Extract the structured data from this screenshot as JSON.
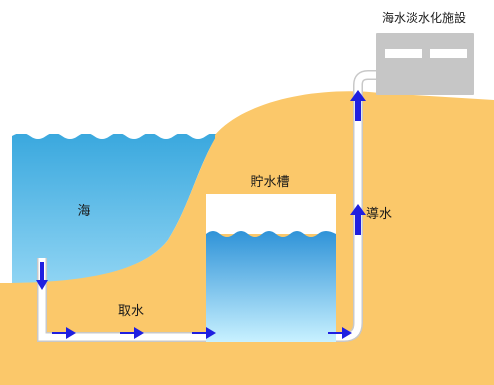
{
  "labels": {
    "sea": "海",
    "plant": "海水淡水化施設",
    "reservoir": "貯水槽",
    "intake": "取水",
    "conveyance": "導水"
  },
  "colors": {
    "ground": "#fbc86a",
    "sea_top": "#3aa8de",
    "sea_bottom": "#8fd4f3",
    "tank_top": "#2f93d8",
    "tank_bottom": "#c8f1ff",
    "pipe": "#ffffff",
    "pipe_outline": "#c8c8c8",
    "arrow": "#1f1fe0",
    "building": "#c6c6c6"
  }
}
